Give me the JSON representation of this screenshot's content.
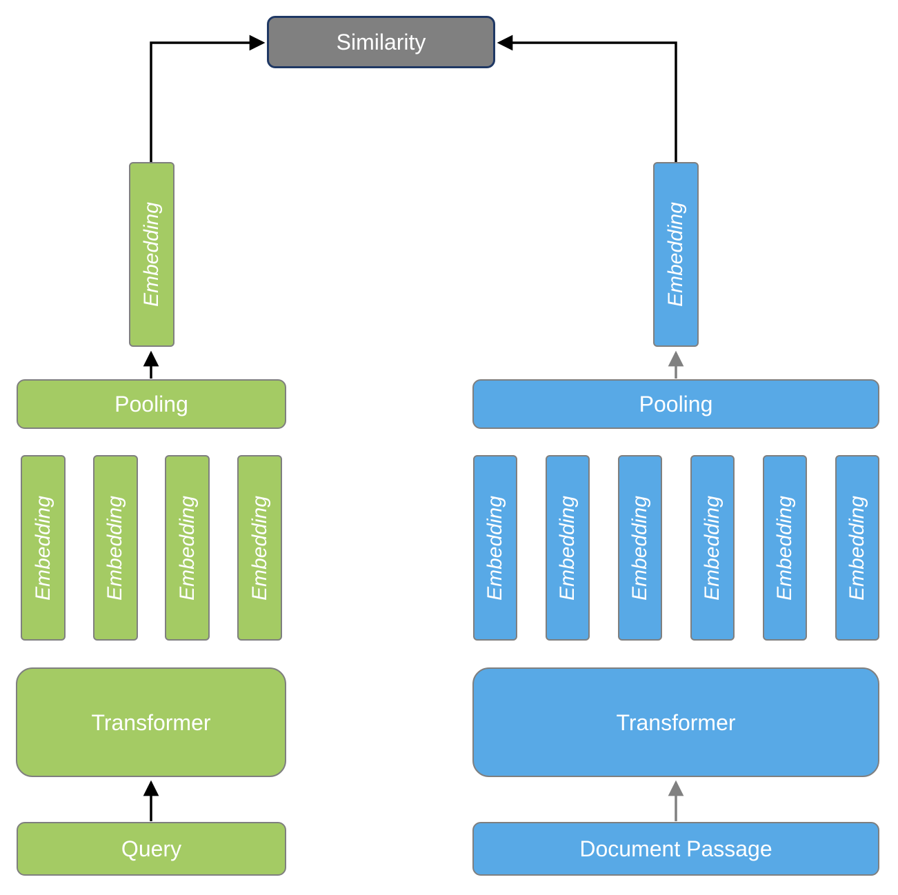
{
  "colors": {
    "background": "#FFFFFF",
    "text": "#FFFFFF",
    "green": "#A4CB64",
    "blue": "#58A9E6",
    "similarity_fill": "#808080",
    "similarity_border": "#1F3864",
    "box_border": "#7F7F7F",
    "arrow_black": "#000000",
    "arrow_gray": "#808080"
  },
  "similarity": {
    "label": "Similarity"
  },
  "towers": {
    "left": {
      "input_label": "Query",
      "transformer_label": "Transformer",
      "pooling_label": "Pooling",
      "sentence_embedding_label": "Embedding",
      "token_embeddings": [
        "Embedding",
        "Embedding",
        "Embedding",
        "Embedding"
      ]
    },
    "right": {
      "input_label": "Document Passage",
      "transformer_label": "Transformer",
      "pooling_label": "Pooling",
      "sentence_embedding_label": "Embedding",
      "token_embeddings": [
        "Embedding",
        "Embedding",
        "Embedding",
        "Embedding",
        "Embedding",
        "Embedding"
      ]
    }
  }
}
